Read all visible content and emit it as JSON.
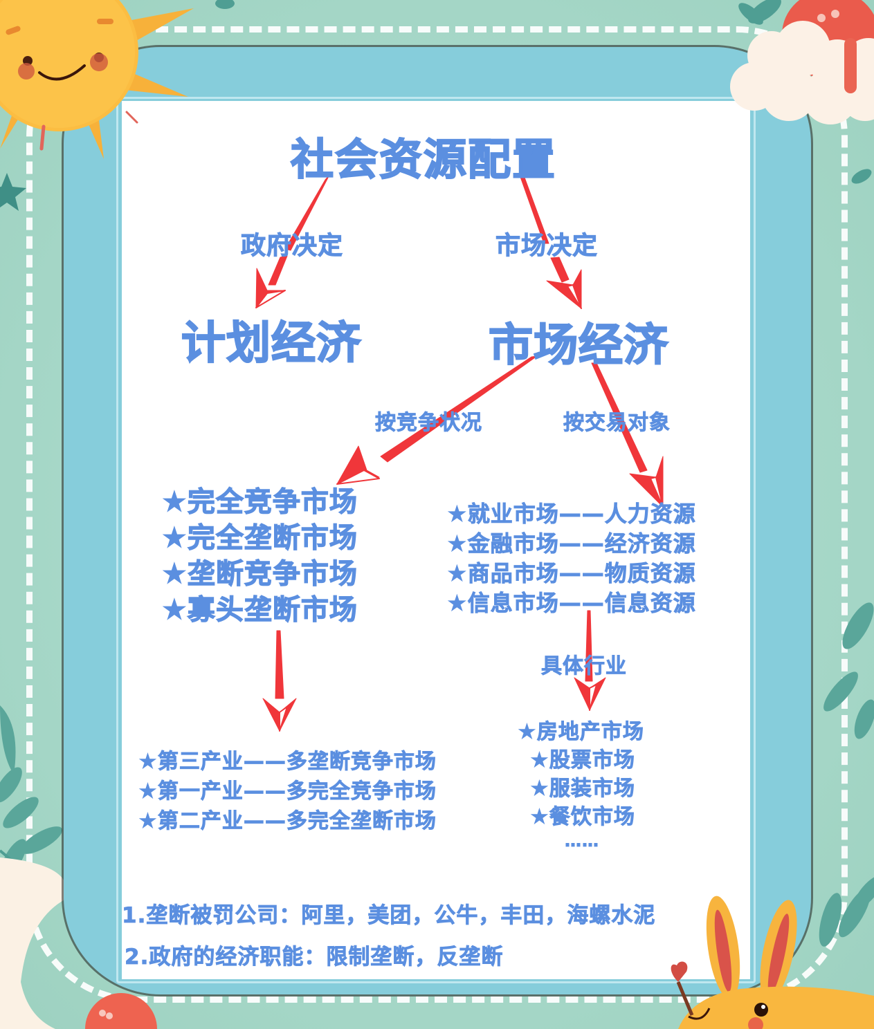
{
  "diagram": {
    "title": "社会资源配置",
    "branches": [
      {
        "edge_label": "政府决定",
        "node": "计划经济"
      },
      {
        "edge_label": "市场决定",
        "node": "市场经济"
      }
    ],
    "market_economy": {
      "by_competition": {
        "edge_label": "按竞争状况",
        "items": [
          "★完全竞争市场",
          "★完全垄断市场",
          "★垄断竞争市场",
          "★寡头垄断市场"
        ],
        "industries": [
          "★第三产业——多垄断竞争市场",
          "★第一产业——多完全竞争市场",
          "★第二产业——多完全垄断市场"
        ]
      },
      "by_trade_object": {
        "edge_label": "按交易对象",
        "items": [
          "★就业市场——人力资源",
          "★金融市场——经济资源",
          "★商品市场——物质资源",
          "★信息市场——信息资源"
        ],
        "specific": {
          "edge_label": "具体行业",
          "items": [
            "★房地产市场",
            "★股票市场",
            "★服装市场",
            "★餐饮市场"
          ],
          "ellipsis": "……"
        }
      }
    },
    "notes": [
      "1.垄断被罚公司：阿里，美团，公牛，丰田，海螺水泥",
      "2.政府的经济职能：限制垄断，反垄断"
    ]
  },
  "colors": {
    "text_blue": "#5b8fe0",
    "arrow_red": "#f0363a",
    "frame_blue": "#86cddb",
    "background_teal": "#a9dac9",
    "card_white": "#ffffff"
  }
}
